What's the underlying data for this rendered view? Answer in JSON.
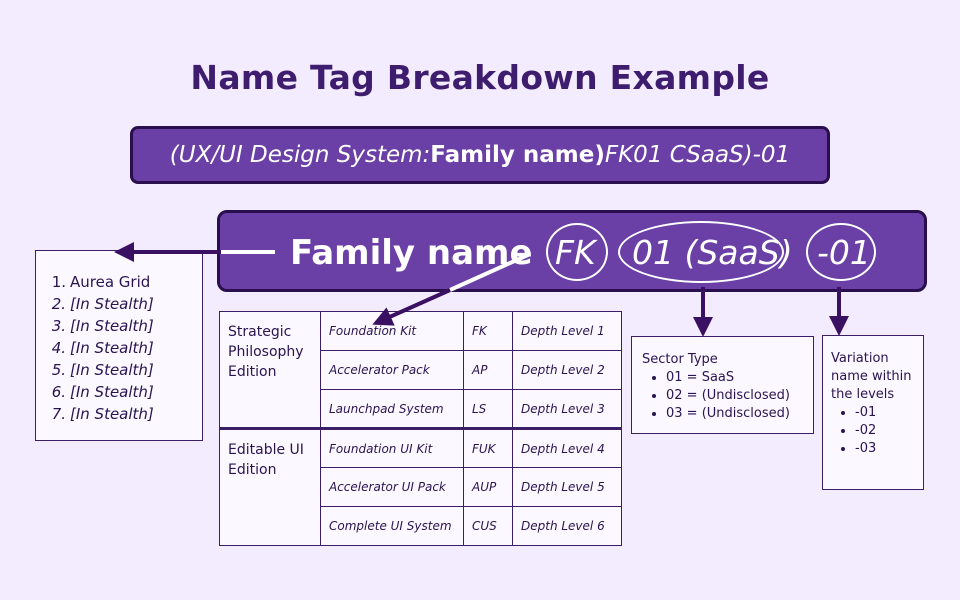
{
  "title": "Name Tag Breakdown Example",
  "full_code": {
    "prefix": "(UX/UI Design System: ",
    "family": "Family name)",
    "suffix": " FK01 CSaaS)-01"
  },
  "name_bar": {
    "family": "Family name",
    "kit": "FK",
    "sector": "01 (SaaS)",
    "variation": "-01"
  },
  "families": [
    {
      "n": "1.",
      "label": "Aurea Grid"
    },
    {
      "n": "2.",
      "label": "[In Stealth]"
    },
    {
      "n": "3.",
      "label": "[In Stealth]"
    },
    {
      "n": "4.",
      "label": "[In Stealth]"
    },
    {
      "n": "5.",
      "label": "[In Stealth]"
    },
    {
      "n": "6.",
      "label": "[In Stealth]"
    },
    {
      "n": "7.",
      "label": "[In Stealth]"
    }
  ],
  "editions": [
    {
      "name": "Strategic Philosophy Edition",
      "products": [
        {
          "name": "Foundation Kit",
          "abbr": "FK",
          "level": "Depth Level 1"
        },
        {
          "name": "Accelerator Pack",
          "abbr": "AP",
          "level": "Depth Level 2"
        },
        {
          "name": "Launchpad System",
          "abbr": "LS",
          "level": "Depth Level 3"
        }
      ]
    },
    {
      "name": "Editable UI Edition",
      "products": [
        {
          "name": "Foundation UI Kit",
          "abbr": "FUK",
          "level": "Depth Level 4"
        },
        {
          "name": "Accelerator UI Pack",
          "abbr": "AUP",
          "level": "Depth Level 5"
        },
        {
          "name": "Complete UI System",
          "abbr": "CUS",
          "level": "Depth Level 6"
        }
      ]
    }
  ],
  "sector": {
    "heading": "Sector Type",
    "items": [
      "01 = SaaS",
      "02 = (Undisclosed)",
      "03 = (Undisclosed)"
    ]
  },
  "variation": {
    "heading": "Variation name within the levels",
    "items": [
      "-01",
      "-02",
      "-03"
    ]
  },
  "colors": {
    "background": "#f3ecfe",
    "bar_fill": "#6a3fa6",
    "outline": "#2a0f4e",
    "title_text": "#3f1d6e"
  }
}
